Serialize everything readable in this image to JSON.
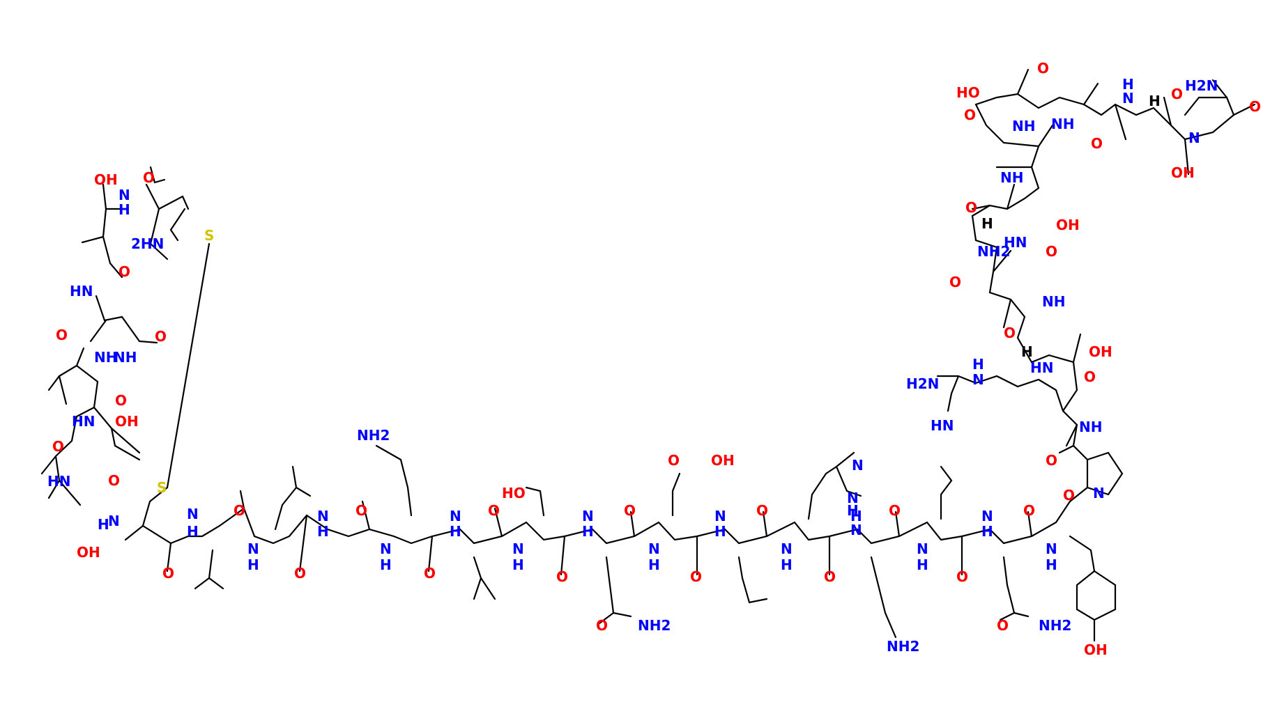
{
  "colors": {
    "bond": "#000000",
    "oxygen": "#ff0000",
    "nitrogen": "#0000ff",
    "sulfur": "#d4c400",
    "background": "#ffffff"
  },
  "labels": {
    "n_terminus": {
      "ser_oh": "OH",
      "nh_1": "N",
      "nh_1h": "H",
      "o_1": "O",
      "nh2_n": "2HN",
      "s_1": "S",
      "o_2": "O",
      "hn_1": "HN",
      "o_3": "O",
      "o_4": "O",
      "nh_asn": "NH",
      "nh_asn2": "NH",
      "o_5": "O",
      "hn_2": "HN",
      "oh_2": "OH",
      "o_6": "O",
      "hn_3": "HN",
      "o_7": "O",
      "hn_4": "N",
      "hn_4h": "H",
      "oh_thr": "OH",
      "s_2": "S"
    },
    "backbone": {
      "o_cys": "O",
      "nh_val_n": "N",
      "nh_val_h": "H",
      "o_val": "O",
      "nh_leu_n": "N",
      "nh_leu_h": "H",
      "o_leu": "O",
      "nh_gly_n": "N",
      "nh_gly_h": "H",
      "o_gly": "O",
      "nh_lys_n": "N",
      "nh_lys_h": "H",
      "lys_nh2": "NH2",
      "o_lys": "O",
      "nh_leu2_n": "N",
      "nh_leu2_h": "H",
      "o_leu2": "O",
      "ser_oh2": "HO",
      "nh_ser_n": "N",
      "nh_ser_h": "H",
      "o_ser": "O",
      "nh_gln_n": "N",
      "nh_gln_h": "H",
      "o_gln": "O",
      "gln_o": "O",
      "gln_nh2": "NH2",
      "glu_o": "O",
      "glu_oh": "OH",
      "nh_glu_n": "N",
      "nh_glu_h": "H",
      "o_glu": "O",
      "nh_leu3_n": "N",
      "nh_leu3_h": "H",
      "o_leu3": "O",
      "nh_his_n": "N",
      "nh_his_h": "H",
      "his_n1": "N",
      "his_nh": "N",
      "his_nh_h": "H",
      "o_his": "O",
      "nh_lys2_n": "N",
      "nh_lys2_h": "H",
      "lys2_nh2": "NH2",
      "o_lys2": "O",
      "nh_leu4_n": "N",
      "nh_leu4_h": "H",
      "o_leu4": "O",
      "nh_gln2_n": "N",
      "nh_gln2_h": "H",
      "o_gln2": "O",
      "gln2_o": "O",
      "gln2_nh2": "NH2",
      "nh_tyr_n": "N",
      "nh_tyr_h": "H",
      "tyr_oh": "OH",
      "o_tyr": "O",
      "pro_n": "N"
    },
    "c_terminus": {
      "pro_o": "O",
      "nh_arg": "NH",
      "arg_h2n": "H2N",
      "arg_nh": "N",
      "arg_nh_h": "H",
      "arg_hn": "HN",
      "o_arg": "O",
      "hn_thr": "HN",
      "h_thr": "H",
      "oh_thr2": "OH",
      "o_thr": "O",
      "nh_asn2": "NH",
      "asn_nh2": "NH2",
      "asn_o": "O",
      "o_asn": "O",
      "h_thr3": "H",
      "hn_thr3": "HN",
      "oh_thr3": "OH",
      "o_gly2": "O",
      "nh_gly2": "NH",
      "o_gly3": "O",
      "nh_ser3": "NH",
      "ho_ser3": "HO",
      "o_ser3": "O",
      "nh_gly4": "NH",
      "o_gly4": "O",
      "nh_thr4": "N",
      "nh_thr4_h": "H",
      "h_thr4": "H",
      "oh_thr4": "OH",
      "o_thr4": "O",
      "pro2_n": "N",
      "pro2_h2n": "H2N",
      "pro2_o": "O"
    }
  }
}
